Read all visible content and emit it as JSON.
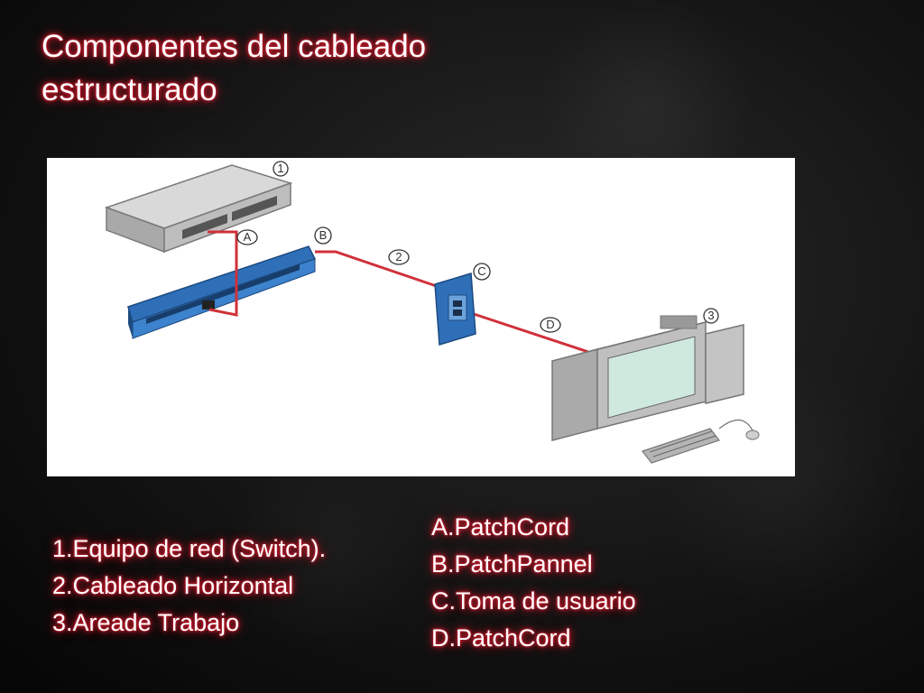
{
  "slide": {
    "title_line1": "Componentes del cableado",
    "title_line2": "estructurado"
  },
  "diagram": {
    "markers": [
      "1",
      "2",
      "3",
      "A",
      "B",
      "C",
      "D"
    ],
    "colors": {
      "cable": "#d0313a",
      "patch_panel": "#2f6fb8",
      "switch": "#b8b8b8",
      "monitor_screen": "#cfe9df"
    }
  },
  "legend": {
    "numbered": [
      "1.Equipo de red (Switch).",
      "2.Cableado Horizontal",
      "3.Areade Trabajo"
    ],
    "lettered": [
      "A.PatchCord",
      "B.PatchPannel",
      "C.Toma de usuario",
      "D.PatchCord"
    ]
  },
  "theme": {
    "glow_color": "#c0192b"
  }
}
